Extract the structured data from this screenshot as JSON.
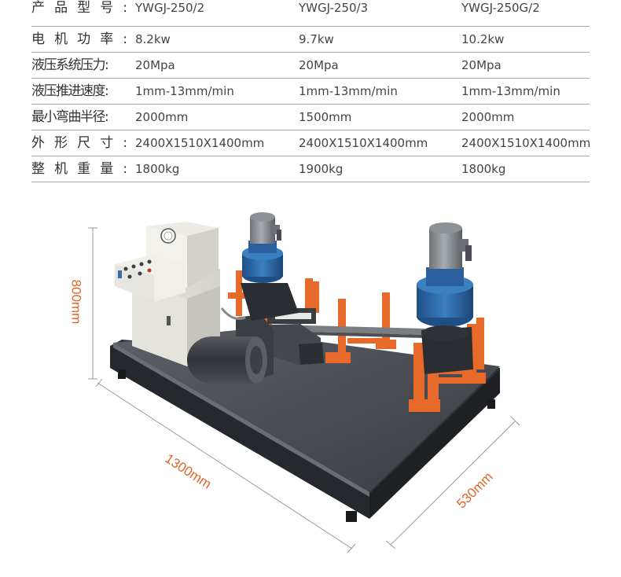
{
  "specs": {
    "rows": [
      {
        "label": "产品型号:",
        "values": [
          "YWGJ-250/2",
          "YWGJ-250/3",
          "YWGJ-250G/2"
        ]
      },
      {
        "label": "电机功率:",
        "values": [
          "8.2kw",
          "9.7kw",
          "10.2kw"
        ]
      },
      {
        "label": "液压系统压力:",
        "values": [
          "20Mpa",
          "20Mpa",
          "20Mpa"
        ]
      },
      {
        "label": "液压推进速度:",
        "values": [
          "1mm-13mm/min",
          "1mm-13mm/min",
          "1mm-13mm/min"
        ]
      },
      {
        "label": "最小弯曲半径:",
        "values": [
          "2000mm",
          "1500mm",
          "2000mm"
        ]
      },
      {
        "label": "外形尺寸:",
        "values": [
          "2400X1510X1400mm",
          "2400X1510X1400mm",
          "2400X1510X1400mm"
        ]
      },
      {
        "label": "整机重量:",
        "values": [
          "1800kg",
          "1900kg",
          "1800kg"
        ]
      }
    ]
  },
  "dimensions": {
    "height": "800mm",
    "length": "1300mm",
    "width": "530mm"
  },
  "colors": {
    "accent": "#e0662a",
    "frame_orange": "#e86a2a",
    "motor_blue": "#3a7fc0",
    "steel_dark": "#3a3d42",
    "rule": "#a8a8a8"
  }
}
